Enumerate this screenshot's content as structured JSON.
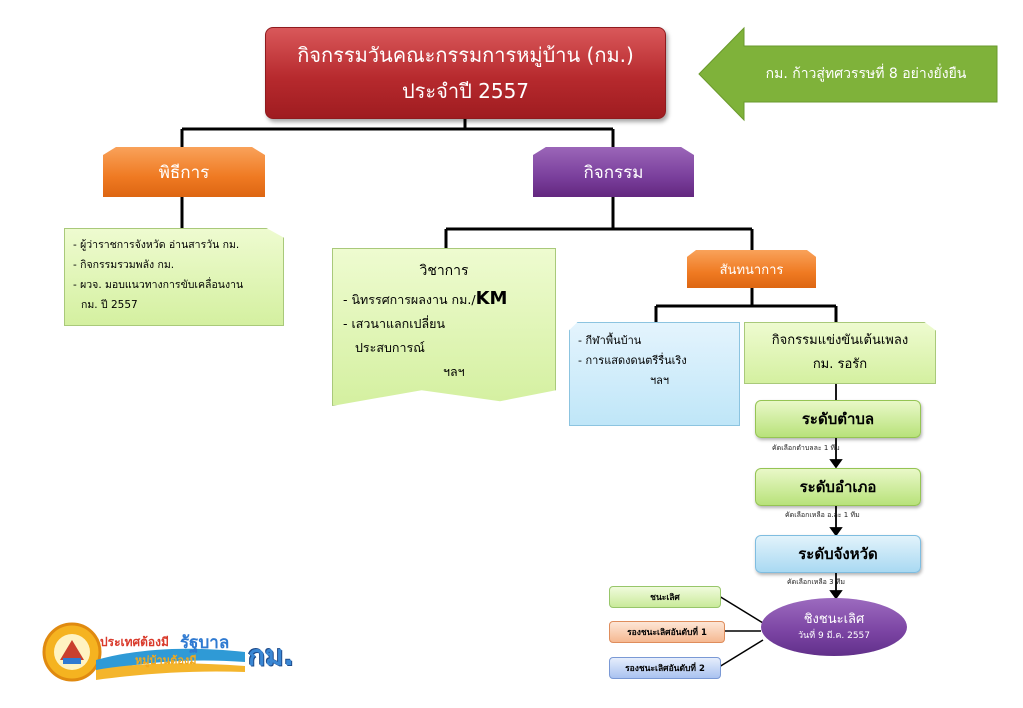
{
  "title": {
    "line1": "กิจกรรมวันคณะกรรมการหมู่บ้าน (กม.)",
    "line2": "ประจำปี 2557"
  },
  "slogan": "กม. ก้าวสู่ทศวรรษที่ 8 อย่างยั่งยืน",
  "ceremony": {
    "label": "พิธีการ",
    "items": [
      "- ผู้ว่าราชการจังหวัด อ่านสารวัน กม.",
      "- กิจกรรมรวมพลัง กม.",
      "- ผวจ. มอบแนวทางการขับเคลื่อนงาน",
      "กม. ปี 2557"
    ]
  },
  "activities": {
    "label": "กิจกรรม"
  },
  "academic": {
    "title": "วิชาการ",
    "line1": "- นิทรรศการผลงาน กม./",
    "km": "KM",
    "line2": "- เสวนาแลกเปลี่ยน",
    "line3": "ประสบการณ์",
    "etc": "ฯลฯ"
  },
  "recreation": {
    "label": "สันทนาการ"
  },
  "folk": {
    "items": [
      "- กีฬาพื้นบ้าน",
      "- การแสดงดนตรีรื่นเริง"
    ],
    "etc": "ฯลฯ"
  },
  "singing": {
    "line1": "กิจกรรมแข่งขันเต้นเพลง",
    "line2": "กม. รอรัก"
  },
  "levels": {
    "subdistrict": "ระดับตำบล",
    "note1": "คัดเลือกตำบลละ   1 ทีม",
    "district": "ระดับอำเภอ",
    "note2": "คัดเลือกเหลือ อ.ละ 1 ทีม",
    "province": "ระดับจังหวัด",
    "note3": "คัดเลือกเหลือ 3 ทีม"
  },
  "awards": [
    "ชนะเลิศ",
    "รองชนะเลิศอันดับที่ 1",
    "รองชนะเลิศอันดับที่ 2"
  ],
  "final": {
    "line1": "ชิงชนะเลิศ",
    "line2": "วันที่ 9 มี.ค. 2557"
  },
  "logo": {
    "line1": "ประเทศต้องมี",
    "line2": "หมู่บ้านต้องมี",
    "word": "รัฐบาล",
    "brand": "กม."
  },
  "colors": {
    "title_red": "#b72a2e",
    "arrow_green": "#7fb23a",
    "orange": "#ef7a22",
    "purple": "#7a3f9c"
  }
}
